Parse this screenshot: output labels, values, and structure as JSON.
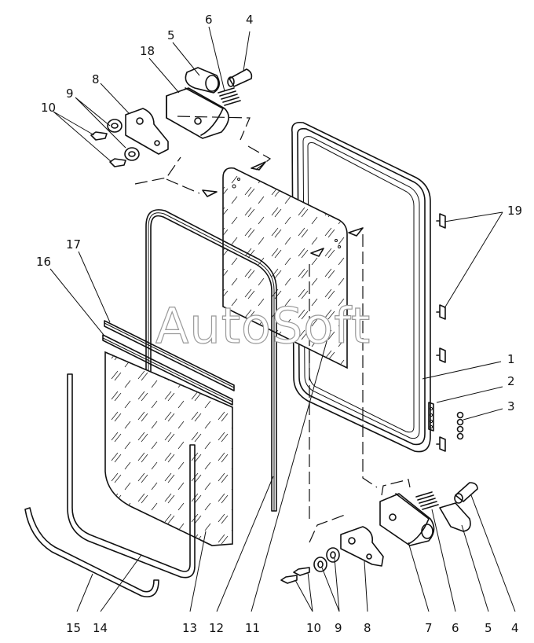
{
  "watermark": "AutoSoft",
  "callouts": {
    "c4_top": "4",
    "c6_top": "6",
    "c5_top": "5",
    "c18": "18",
    "c8_top": "8",
    "c9_top": "9",
    "c10_top": "10",
    "c19": "19",
    "c17": "17",
    "c16": "16",
    "c1": "1",
    "c2": "2",
    "c3": "3",
    "b15": "15",
    "b14": "14",
    "b13": "13",
    "b12": "12",
    "b11": "11",
    "b10": "10",
    "b9": "9",
    "b8": "8",
    "b7": "7",
    "b6": "6",
    "b5": "5",
    "b4": "4"
  }
}
